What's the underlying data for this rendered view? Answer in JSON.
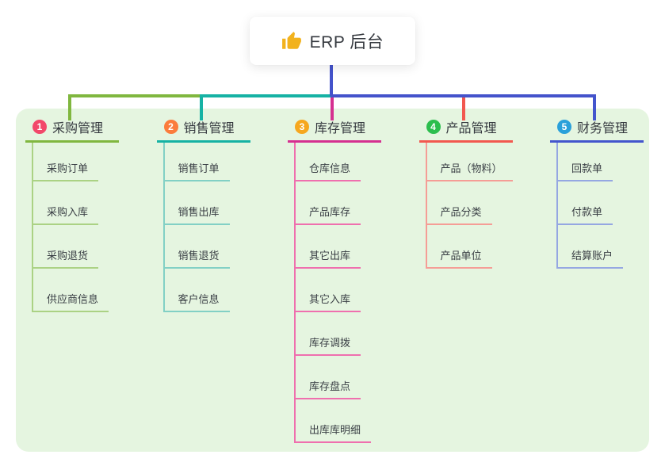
{
  "root": {
    "title": "ERP 后台",
    "icon": "thumbs-up-icon"
  },
  "colors": {
    "panel_bg": "#e5f5e0",
    "root_line": "#4453cb",
    "icon_gold": "#f2b21d",
    "text_dark": "#35393f"
  },
  "branches": [
    {
      "num": "1",
      "label": "采购管理",
      "colors": {
        "badge": "#f2486a",
        "line": "#80b73f",
        "light": "#abd284"
      },
      "items": [
        "采购订单",
        "采购入库",
        "采购退货",
        "供应商信息"
      ]
    },
    {
      "num": "2",
      "label": "销售管理",
      "colors": {
        "badge": "#fb7c3c",
        "line": "#16b2a4",
        "light": "#82d0c5"
      },
      "items": [
        "销售订单",
        "销售出库",
        "销售退货",
        "客户信息"
      ]
    },
    {
      "num": "3",
      "label": "库存管理",
      "colors": {
        "badge": "#f6a71e",
        "line": "#d53090",
        "light": "#ef6fae"
      },
      "items": [
        "仓库信息",
        "产品库存",
        "其它出库",
        "其它入库",
        "库存调拨",
        "库存盘点",
        "出库库明细"
      ]
    },
    {
      "num": "4",
      "label": "产品管理",
      "colors": {
        "badge": "#2cbe4e",
        "line": "#f2584f",
        "light": "#f59d96"
      },
      "items": [
        "产品（物料）",
        "产品分类",
        "产品单位"
      ]
    },
    {
      "num": "5",
      "label": "财务管理",
      "colors": {
        "badge": "#2aa0da",
        "line": "#4355cd",
        "light": "#95a7e2"
      },
      "items": [
        "回款单",
        "付款单",
        "结算账户"
      ]
    }
  ]
}
